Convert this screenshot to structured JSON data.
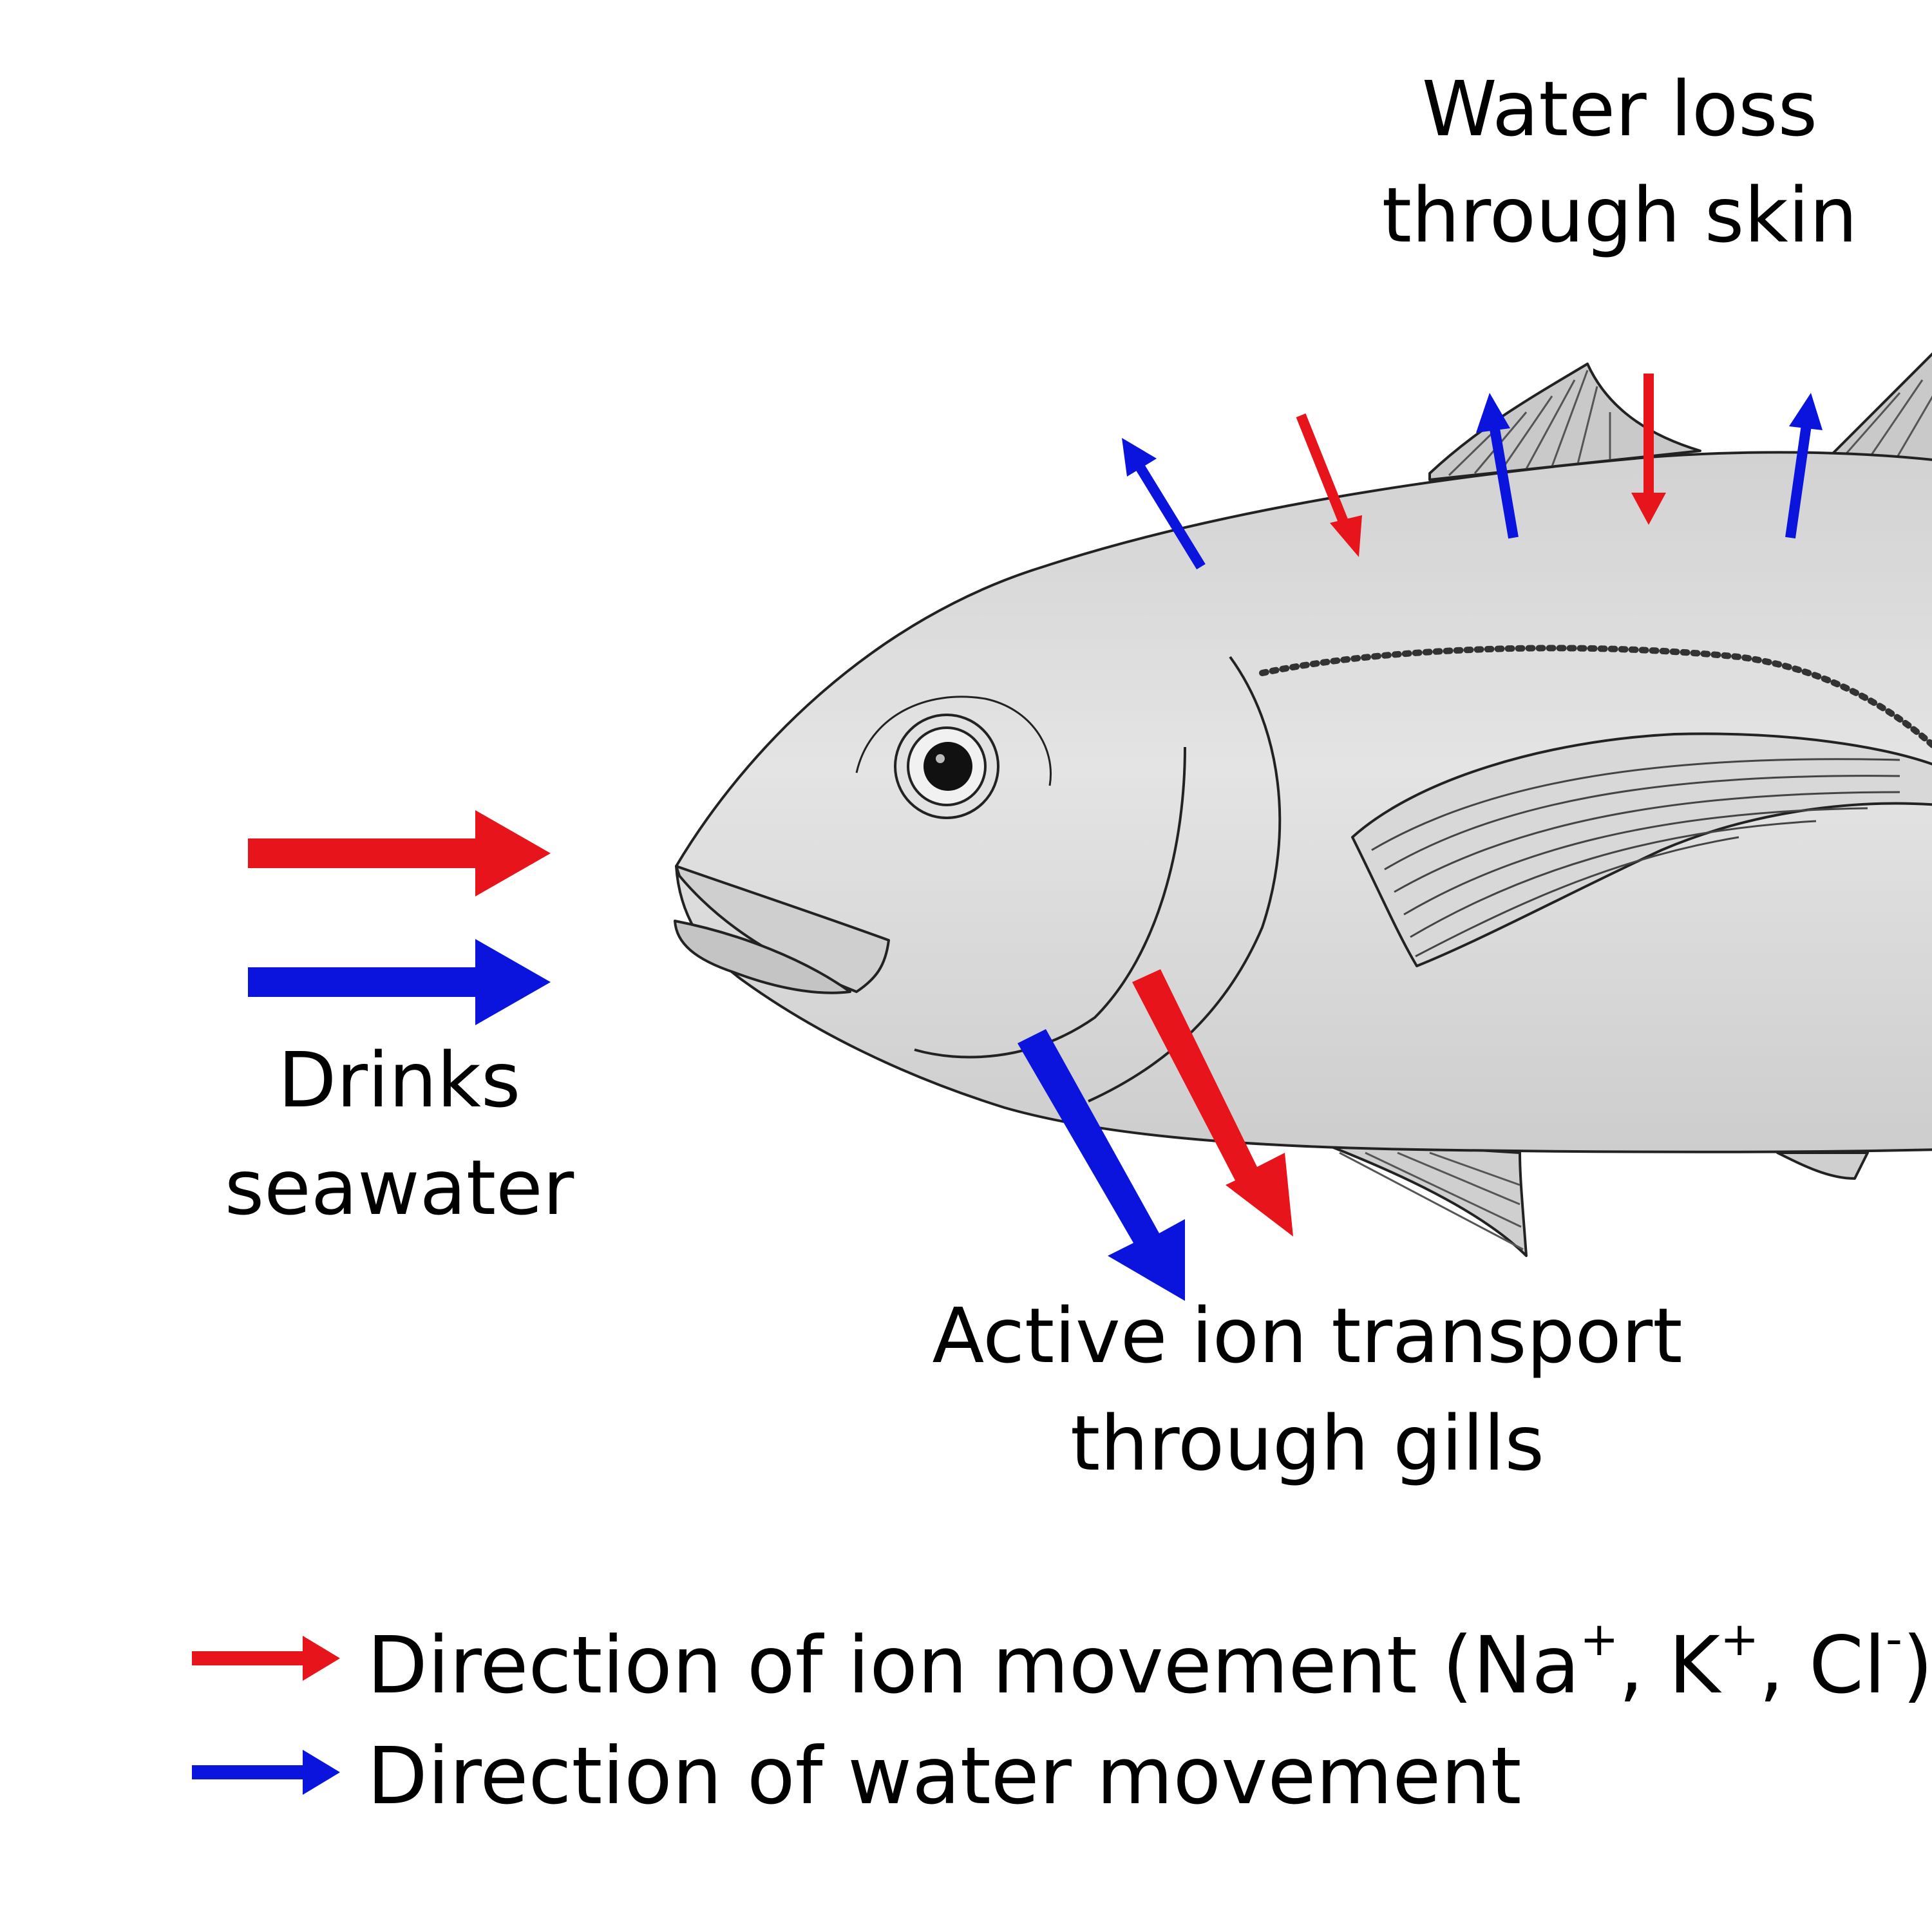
{
  "labels": {
    "skin_line1": "Water loss",
    "skin_line2": "through skin",
    "drinks_line1": "Drinks",
    "drinks_line2": "seawater",
    "gills_line1": "Active ion transport",
    "gills_line2": "through gills"
  },
  "legend": {
    "ion": {
      "prefix": "Direction of ion movement (Na",
      "sep1": ", K",
      "sep2": ", Cl",
      "close": ")",
      "plus1": "+",
      "plus2": "+",
      "minus": "-"
    },
    "water": {
      "text": "Direction of water movement"
    }
  },
  "colors": {
    "ion": "#e8141b",
    "water": "#0a14dc"
  }
}
